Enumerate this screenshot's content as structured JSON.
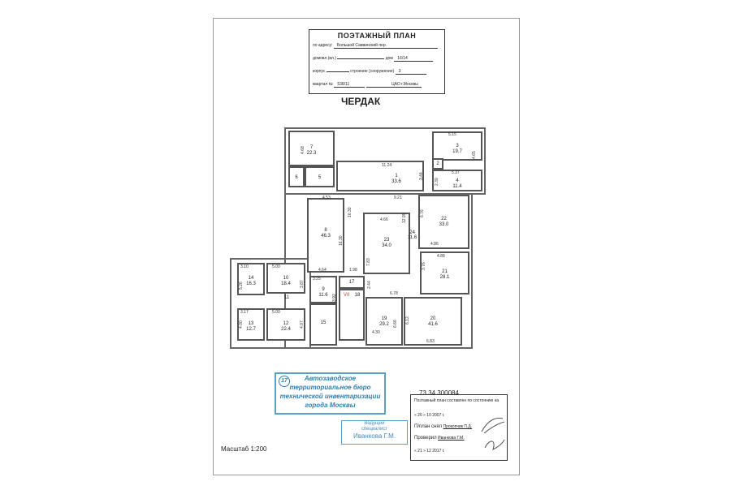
{
  "header": {
    "title": "ПОЭТАЖНЫЙ ПЛАН",
    "address_label": "по адресу:",
    "address": "Большой Саввинский пер.",
    "house_label": "домовл.(вл.)",
    "dom_label": "дом",
    "dom": "16/14",
    "korpus_label": "корпус",
    "building_label": "строение (сооружение)",
    "building": "3",
    "quarter_label": "квартал №",
    "quarter": "538/11",
    "district": "ЦАО г.Москвы"
  },
  "floor_title": "ЧЕРДАК",
  "rooms": [
    {
      "num": "7",
      "area": "22.3"
    },
    {
      "num": "6",
      "area": ""
    },
    {
      "num": "5",
      "area": ""
    },
    {
      "num": "1",
      "area": "33.6"
    },
    {
      "num": "3",
      "area": "19.7"
    },
    {
      "num": "2",
      "area": ""
    },
    {
      "num": "4",
      "area": "11.4"
    },
    {
      "num": "8",
      "area": "46.3"
    },
    {
      "num": "23",
      "area": "34.0"
    },
    {
      "num": "24",
      "area": "11.6"
    },
    {
      "num": "22",
      "area": "33.0"
    },
    {
      "num": "21",
      "area": "28.1"
    },
    {
      "num": "14",
      "area": "16.3"
    },
    {
      "num": "10",
      "area": "18.4"
    },
    {
      "num": "11",
      "area": ""
    },
    {
      "num": "13",
      "area": "12.7"
    },
    {
      "num": "12",
      "area": "22.4"
    },
    {
      "num": "9",
      "area": "11.6"
    },
    {
      "num": "17",
      "area": ""
    },
    {
      "num": "18",
      "area": ""
    },
    {
      "num": "15",
      "area": ""
    },
    {
      "num": "19",
      "area": "29.2"
    },
    {
      "num": "20",
      "area": "41.6"
    }
  ],
  "section_mark": "VII",
  "dims": [
    "4.68",
    "11.24",
    "3.44",
    "5.15",
    "4.65",
    "5.37",
    "2.39",
    "4.53",
    "9.21",
    "10.30",
    "16.30",
    "4.64",
    "1.98",
    "4.66",
    "12.99",
    "7.83",
    "6.76",
    "4.86",
    "4.88",
    "3.76",
    "3.10",
    "5.26",
    "5.00",
    "3.87",
    "3.25",
    "3.92",
    "2.44",
    "6.78",
    "3.17",
    "4.00",
    "5.00",
    "4.07",
    "4.30",
    "6.66",
    "6.12",
    "6.83"
  ],
  "stamp": {
    "num": "17",
    "lines": [
      "Автозаводское",
      "территориальное бюро",
      "технической инвентаризации",
      "города Москвы"
    ]
  },
  "specialist": {
    "l1": "Ведущий",
    "l2": "специалист",
    "name": "Иванкова Г.М."
  },
  "code": "73 34 300084",
  "footer": {
    "state": "Поэтажный план составлен по состоянию на",
    "d1": "« 26 »   10   2007 г.",
    "surveyed_label": "П/план снял",
    "surveyed": "Прокопчик П.Д.",
    "checked_label": "Проверил",
    "checked": "Иванкова Г.М.",
    "d2": "« 21 »   12   2017 г."
  },
  "scale": "Масштаб 1:200"
}
